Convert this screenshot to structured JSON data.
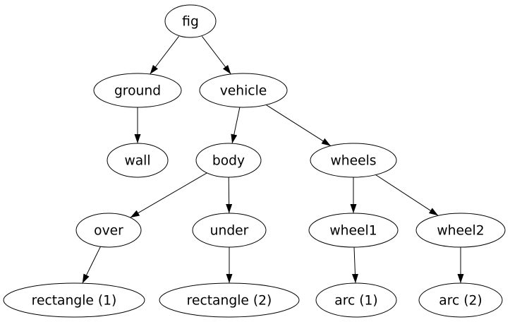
{
  "diagram": {
    "type": "directed-tree-graph",
    "background_color": "#ffffff",
    "node_fill": "#ffffff",
    "node_stroke_color": "#000000",
    "edge_color": "#000000",
    "text_color": "#000000",
    "nodes": [
      {
        "id": "fig",
        "label": "fig"
      },
      {
        "id": "ground",
        "label": "ground"
      },
      {
        "id": "vehicle",
        "label": "vehicle"
      },
      {
        "id": "wall",
        "label": "wall"
      },
      {
        "id": "body",
        "label": "body"
      },
      {
        "id": "wheels",
        "label": "wheels"
      },
      {
        "id": "over",
        "label": "over"
      },
      {
        "id": "under",
        "label": "under"
      },
      {
        "id": "wheel1",
        "label": "wheel1"
      },
      {
        "id": "wheel2",
        "label": "wheel2"
      },
      {
        "id": "rectangle1",
        "label": "rectangle (1)"
      },
      {
        "id": "rectangle2",
        "label": "rectangle (2)"
      },
      {
        "id": "arc1",
        "label": "arc (1)"
      },
      {
        "id": "arc2",
        "label": "arc (2)"
      }
    ],
    "edges": [
      {
        "from": "fig",
        "to": "ground"
      },
      {
        "from": "fig",
        "to": "vehicle"
      },
      {
        "from": "ground",
        "to": "wall"
      },
      {
        "from": "vehicle",
        "to": "body"
      },
      {
        "from": "vehicle",
        "to": "wheels"
      },
      {
        "from": "body",
        "to": "over"
      },
      {
        "from": "body",
        "to": "under"
      },
      {
        "from": "wheels",
        "to": "wheel1"
      },
      {
        "from": "wheels",
        "to": "wheel2"
      },
      {
        "from": "over",
        "to": "rectangle1"
      },
      {
        "from": "under",
        "to": "rectangle2"
      },
      {
        "from": "wheel1",
        "to": "arc1"
      },
      {
        "from": "wheel2",
        "to": "arc2"
      }
    ]
  }
}
